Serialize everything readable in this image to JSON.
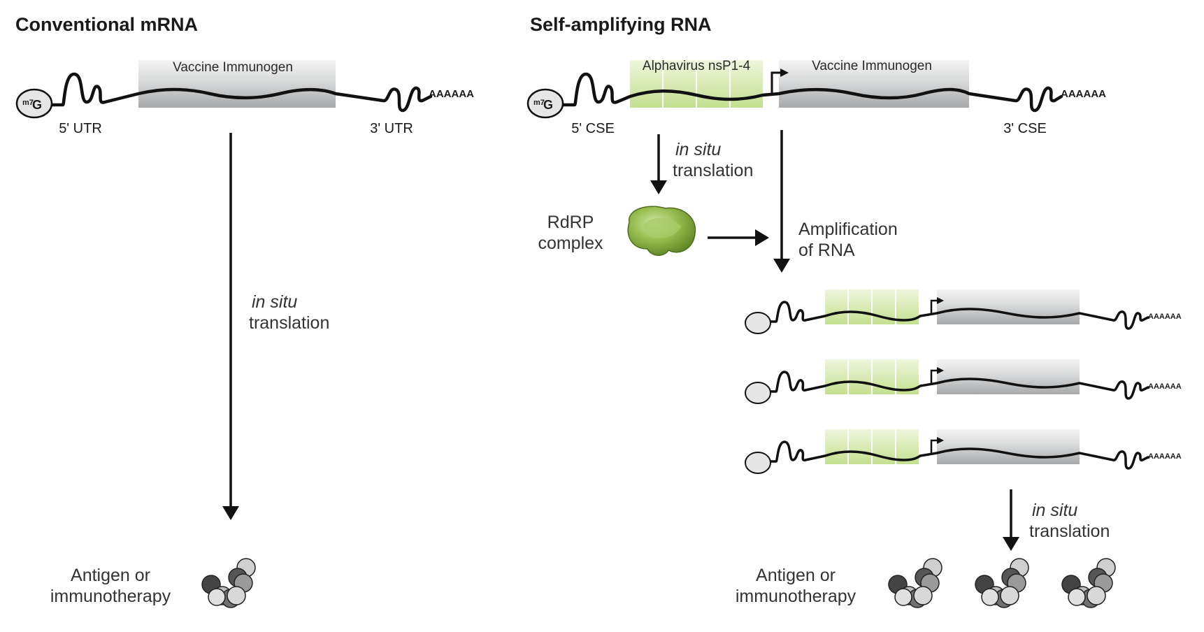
{
  "left": {
    "title": "Conventional mRNA",
    "cap_label": "m7G",
    "cap_label_sup": "m7",
    "cap_label_base": "G",
    "utr5": "5' UTR",
    "utr3": "3' UTR",
    "immunogen": "Vaccine Immunogen",
    "polyA": "AAAAAA",
    "step_italic": "in situ",
    "step_text": "translation",
    "product_line1": "Antigen or",
    "product_line2": "immunotherapy"
  },
  "right": {
    "title": "Self-amplifying RNA",
    "cap_label_sup": "m7",
    "cap_label_base": "G",
    "cse5": "5' CSE",
    "cse3": "3' CSE",
    "replicase": "Alphavirus nsP1-4",
    "immunogen": "Vaccine Immunogen",
    "polyA": "AAAAAA",
    "step1_italic": "in situ",
    "step1_text": "translation",
    "rdrp_line1": "RdRP",
    "rdrp_line2": "complex",
    "amp_line1": "Amplification",
    "amp_line2": "of RNA",
    "copy_polyA": "AAAAAA",
    "step2_italic": "in situ",
    "step2_text": "translation",
    "product_line1": "Antigen or",
    "product_line2": "immunotherapy"
  },
  "colors": {
    "green_box": "#c9e29a",
    "gray_box": "#a9abad",
    "protein_green": "#8fb848"
  }
}
